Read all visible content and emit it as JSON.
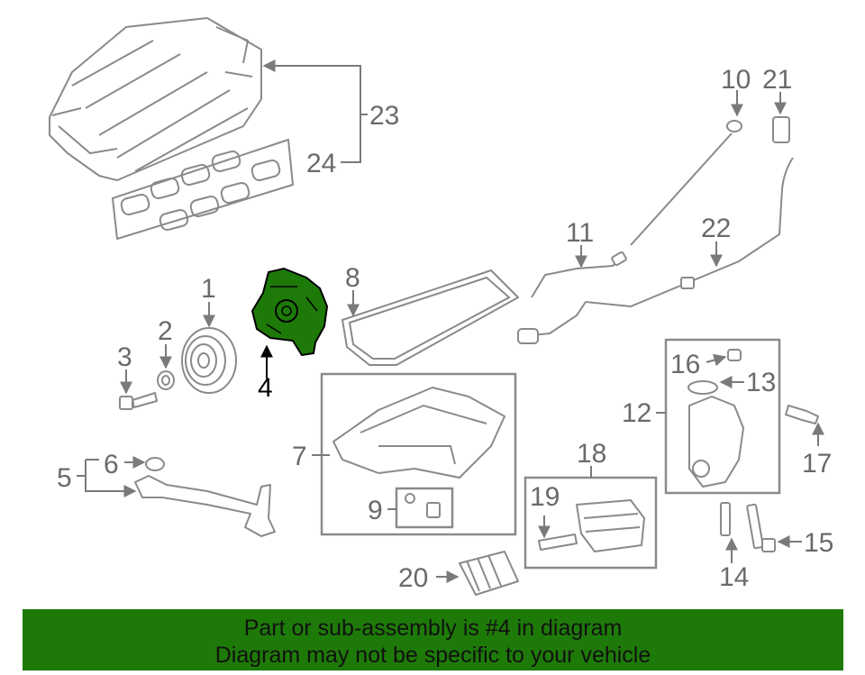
{
  "callouts": {
    "c1": "1",
    "c2": "2",
    "c3": "3",
    "c4": "4",
    "c5": "5",
    "c6": "6",
    "c7": "7",
    "c8": "8",
    "c9": "9",
    "c10": "10",
    "c11": "11",
    "c12": "12",
    "c13": "13",
    "c14": "14",
    "c15": "15",
    "c16": "16",
    "c17": "17",
    "c18": "18",
    "c19": "19",
    "c20": "20",
    "c21": "21",
    "c22": "22",
    "c23": "23",
    "c24": "24"
  },
  "highlight": {
    "color": "#1e7a08"
  },
  "banner": {
    "line1": "Part or sub-assembly is #4 in diagram",
    "line2": "Diagram may not be specific to your vehicle",
    "background": "#1e7a08"
  }
}
